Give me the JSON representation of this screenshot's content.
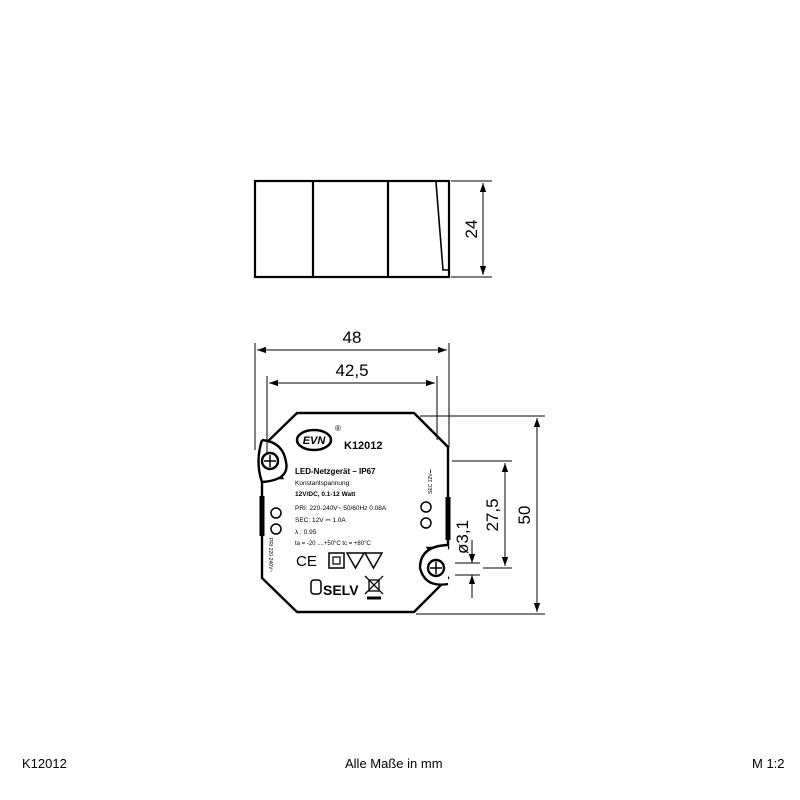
{
  "drawing": {
    "top_view": {
      "height_dim": "24"
    },
    "front_view": {
      "width_outer_dim": "48",
      "width_holes_dim": "42,5",
      "height_outer_dim": "50",
      "height_holes_dim": "27,5",
      "hole_dim": "ø3,1"
    },
    "label": {
      "brand": "EVN",
      "registered": "®",
      "model": "K12012",
      "title": "LED-Netzgerät  –  IP67",
      "subtitle": "Konstantspannung",
      "rating": "12V/DC, 0.1-12 Watt",
      "pri": "PRI: 220-240V~  50/60Hz 0.08A",
      "sec": "SEC: 12V ⎓   1.0A",
      "lambda": "λ : 0.95",
      "temps": "ta = -20 ....+50°C  tc = +80°C",
      "ce": "CE",
      "selv": "SELV",
      "sec_side": "SEC 12V⎓",
      "pri_side": "PRI 220-240V~"
    }
  },
  "footer": {
    "article": "K12012",
    "units_note": "Alle Maße in mm",
    "scale": "M 1:2"
  }
}
